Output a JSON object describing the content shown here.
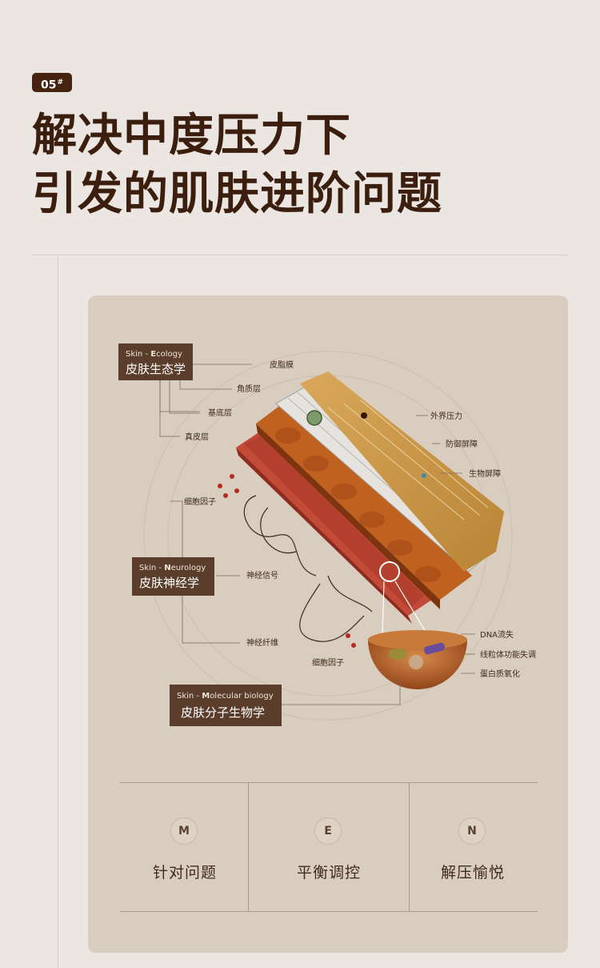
{
  "badge": {
    "number": "05",
    "mark": "#"
  },
  "headline": {
    "line1": "解决中度压力下",
    "line2": "引发的肌肤进阶问题"
  },
  "diagram": {
    "ecology": {
      "sub_prefix": "Skin - ",
      "sub_cap": "E",
      "sub_rest": "cology",
      "title": "皮肤生态学",
      "labels": [
        "皮脂膜",
        "角质层",
        "基底层",
        "真皮层"
      ]
    },
    "neurology": {
      "sub_prefix": "Skin - ",
      "sub_cap": "N",
      "sub_rest": "eurology",
      "title": "皮肤神经学",
      "labels": [
        "细胞因子",
        "神经信号",
        "神经纤维"
      ]
    },
    "molecular": {
      "sub_prefix": "Skin - ",
      "sub_cap": "M",
      "sub_rest": "olecular biology",
      "title": "皮肤分子生物学",
      "labels": [
        "细胞因子"
      ]
    },
    "right_labels": [
      "外界压力",
      "防御屏障",
      "生物屏障"
    ],
    "cell_labels": [
      "DNA流失",
      "线粒体功能失调",
      "蛋白质氧化"
    ]
  },
  "features": [
    {
      "letter": "M",
      "label": "针对问题"
    },
    {
      "letter": "E",
      "label": "平衡调控"
    },
    {
      "letter": "N",
      "label": "解压愉悦"
    }
  ]
}
